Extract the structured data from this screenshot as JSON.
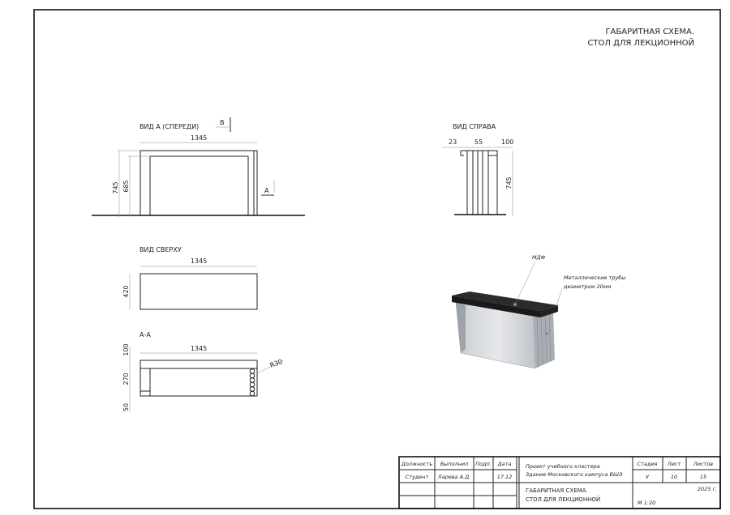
{
  "header": {
    "line1": "ГАБАРИТНАЯ СХЕМА.",
    "line2": "СТОЛ ДЛЯ ЛЕКЦИОННОЙ"
  },
  "views": {
    "front": {
      "title": "ВИД А (СПЕРЕДИ)",
      "width": "1345",
      "height_total": "745",
      "height_inner": "685",
      "marker_b": "В",
      "marker_a": "А"
    },
    "side": {
      "title": "ВИД СПРАВА",
      "dim1": "23",
      "dim2": "55",
      "dim3": "100",
      "height": "745"
    },
    "top": {
      "title": "ВИД СВЕРХУ",
      "width": "1345",
      "depth": "420"
    },
    "section": {
      "title": "А-А",
      "width": "1345",
      "dim_top": "100",
      "dim_mid": "270",
      "dim_bottom": "50",
      "radius": "R30"
    }
  },
  "render": {
    "label_mdf": "МДФ",
    "label_pipes_1": "Металлические трубы",
    "label_pipes_2": "диаметром 20мм"
  },
  "title_block": {
    "headers": [
      "Должность",
      "Выполнил",
      "Подп.",
      "Дата"
    ],
    "row": [
      "Студент",
      "Ларева А.Д.",
      "",
      "17.12"
    ],
    "project_1": "Проект учебного кластера",
    "project_2": "Здание Московского кампуса ВШЭ",
    "sheet_title_1": "ГАБАРИТНАЯ СХЕМА.",
    "sheet_title_2": "СТОЛ ДЛЯ ЛЕКЦИОННОЙ",
    "stage_label": "Стадия",
    "sheet_label": "Лист",
    "sheets_label": "Листов",
    "stage": "У",
    "sheet": "10",
    "sheets": "15",
    "year": "2025 г.",
    "scale": "М 1:20"
  }
}
